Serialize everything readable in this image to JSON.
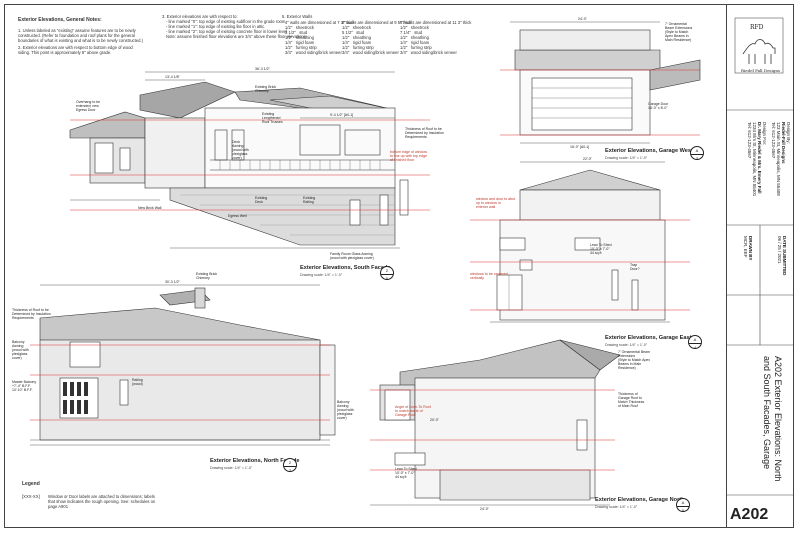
{
  "general_notes": {
    "heading": "Exterior Elevations, General Notes:",
    "items": [
      "1.  Unless labeled as \"existing\" assume features are to be newly constructed. (Refer to foundation and roof plans for the general boundaries of what is existing and what is to be newly constructed.)",
      "2.  Exterior elevations are with respect to bottom edge of wood siding. This point is approximately 8\" above grade."
    ]
  },
  "middle_notes": [
    "3. Exterior elevations are with respect to:",
    "- line marked \"0\": top edge of existing subfloor in the grade room",
    "- line marked \"1\": top edge of existing lite floor in attic",
    "- line marked \"2\": top edge of existing concrete floor in lower level",
    "Note: assume finished floor elevations are 3/4\" above these floor elevations"
  ],
  "exterior_walls": {
    "heading": "5. Exterior Walls",
    "col1": [
      "4\" walls are dimensioned at 7 3\" thick",
      "1/2\"   sheetrock",
      "3 1/2\"   stud",
      "1/2\"   sheathing",
      "1/4\"   rigid foam",
      "1/2\"   furring strip",
      "3/4\"   wood siding/brick veneer"
    ],
    "col2": [
      "6\" walls are dimensioned at 9 5\" thick",
      "1/2\"   sheetrock",
      "5 1/2\"   stud",
      "1/2\"   sheathing",
      "1/4\"   rigid foam",
      "1/2\"   furring strip",
      "3/4\"   wood siding/brick veneer"
    ],
    "col3": [
      "8\" walls are dimensioned at 11 3\" thick",
      "1/2\"   sheetrock",
      "7 1/4\"   stud",
      "1/2\"   sheathing",
      "1/4\"   rigid foam",
      "1/2\"   furring strip",
      "3/4\"   wood siding/brick veneer"
    ]
  },
  "legend": {
    "heading": "Legend",
    "items": [
      {
        "key": "[XXX-XX]",
        "text": "Window or Door labels are attached to dimensions; labels that show indicates the rough opening. See: schedules on page A901"
      }
    ]
  },
  "drawings": {
    "south": {
      "title": "Exterior Elevations, South Facade",
      "scale": "Drawing scale: 1/4\" = 1'-0\"",
      "ref_top": "2",
      "ref_bot": "5"
    },
    "north": {
      "title": "Exterior Elevations, North Facade",
      "scale": "Drawing scale: 1/4\" = 1'-0\"",
      "ref_top": "2",
      "ref_bot": "2"
    },
    "garage_west": {
      "title": "Exterior Elevations, Garage West",
      "scale": "Drawing scale: 1/4\" = 1'-0\"",
      "ref_top": "A",
      "ref_bot": "3"
    },
    "garage_east": {
      "title": "Exterior Elevations, Garage East",
      "scale": "Drawing scale: 1/4\" = 1'-0\"",
      "ref_top": "A",
      "ref_bot": "4"
    },
    "garage_north": {
      "title": "Exterior Elevations, Garage North",
      "scale": "Drawing scale: 1/4\" = 1'-0\"",
      "ref_top": "A",
      "ref_bot": "5"
    }
  },
  "callouts": {
    "south_1": "Overhang to be\nextended; new\nEgress Door",
    "south_2": "Existing Brick\nChimney",
    "south_3": "Existing\nLengthened\nRoof Trusses",
    "south_4": "Deck\nAwning\n(wood with\nplexiglass\ncover)",
    "south_5": "New Brick Wall",
    "south_6": "Egress Well",
    "south_7": "Existing\nDeck",
    "south_8": "Existing\nRailing",
    "south_9": "Family Room Glass Awning\n(wood with plexiglass cover)",
    "south_10": "Thickness of Roof to be\nDetermined by Insulation\nRequirements",
    "south_red": "bottom edge of window\nto line up with top edge\nof finished floor",
    "north_1": "Existing Brick\nChimney",
    "north_2": "Thickness of Roof to be\nDetermined by Insulation\nRequirements",
    "north_3": "Balcony\nAwning\n(wood with\nplexiglass\ncover)",
    "north_4": "Master Balcony\n+7'-4\" B.F.F.\n10'-10\" B.F.F.",
    "north_5": "Railing\n(wood)",
    "gw_1": "7' Ornamental\nBeam Extensions\n(Style to Match\nApex Beams in\nMain Residence)",
    "gw_2": "Garage Door\n16'-0\" x 8'-0\"",
    "ge_red_1": "window and door to abut\nup to window in\nexterior wall",
    "ge_red_2": "windows to be centered\nvertically",
    "ge_1": "Lean To Shed\n10'-0\" x 7'-0\"\n44 sq ft",
    "ge_2": "Trap\nDoor?",
    "gn_1": "7' Ornamental Beam\nExtensions\n(Style to Match Apex\nBeams in Main\nResidence)",
    "gn_2": "Thickness of\nGarage Roof to\nMatch Thickness\nof Main Roof",
    "gn_3": "Balcony\nAwning\n(wood with\nplexiglass\ncover)",
    "gn_red": "Angle of Lean-To Roof\nto match angle of\nGarage Roof",
    "gn_4": "Lean To Shed\n10'-0\" x 7'-0\"\n44 sq ft"
  },
  "dims": {
    "south_top": "36'-3 1/2\"",
    "south_a": "13'-4 1/8\"",
    "south_b": "9'-4 1/2\" [A0-1]",
    "north_top": "30'-3 1/2\"",
    "gw_top": "24'-0\"",
    "gw_bottom": "16'-0\" [A0-1]",
    "ge_top": "22'-0\"",
    "gn_total": "20'-0\"",
    "gn_bottom": "24'-0\""
  },
  "title_block": {
    "logo_initials": "RFD",
    "logo_name": "Riedel Fall Designs",
    "design_by_label": "Design By:",
    "design_by": "Riedel-Fall Designs",
    "design_by_addr": "123 Main St, Minneapolis, MN 55408",
    "design_by_tel": "Tel: 612-123-4567",
    "design_for_label": "Design For:",
    "design_for": "Dr. Mary Riedel & Mrs. Emery Fall",
    "design_for_addr": "1234 Elm St, Minneapolis, MN 55401",
    "design_for_tel": "Tel: 612-123-4567",
    "date_label": "DATE SUBMITTED",
    "date": "06 / 25 / 2021",
    "drawn_label": "DRAWN BY",
    "drawn": "MCR, EEF",
    "sheet_title": "A202 Exterior Elevations: North and South Facades, Garage",
    "sheet_no": "A202"
  },
  "colors": {
    "line": "#333333",
    "redline": "#d9342b",
    "fill": "#d8d8d8"
  }
}
